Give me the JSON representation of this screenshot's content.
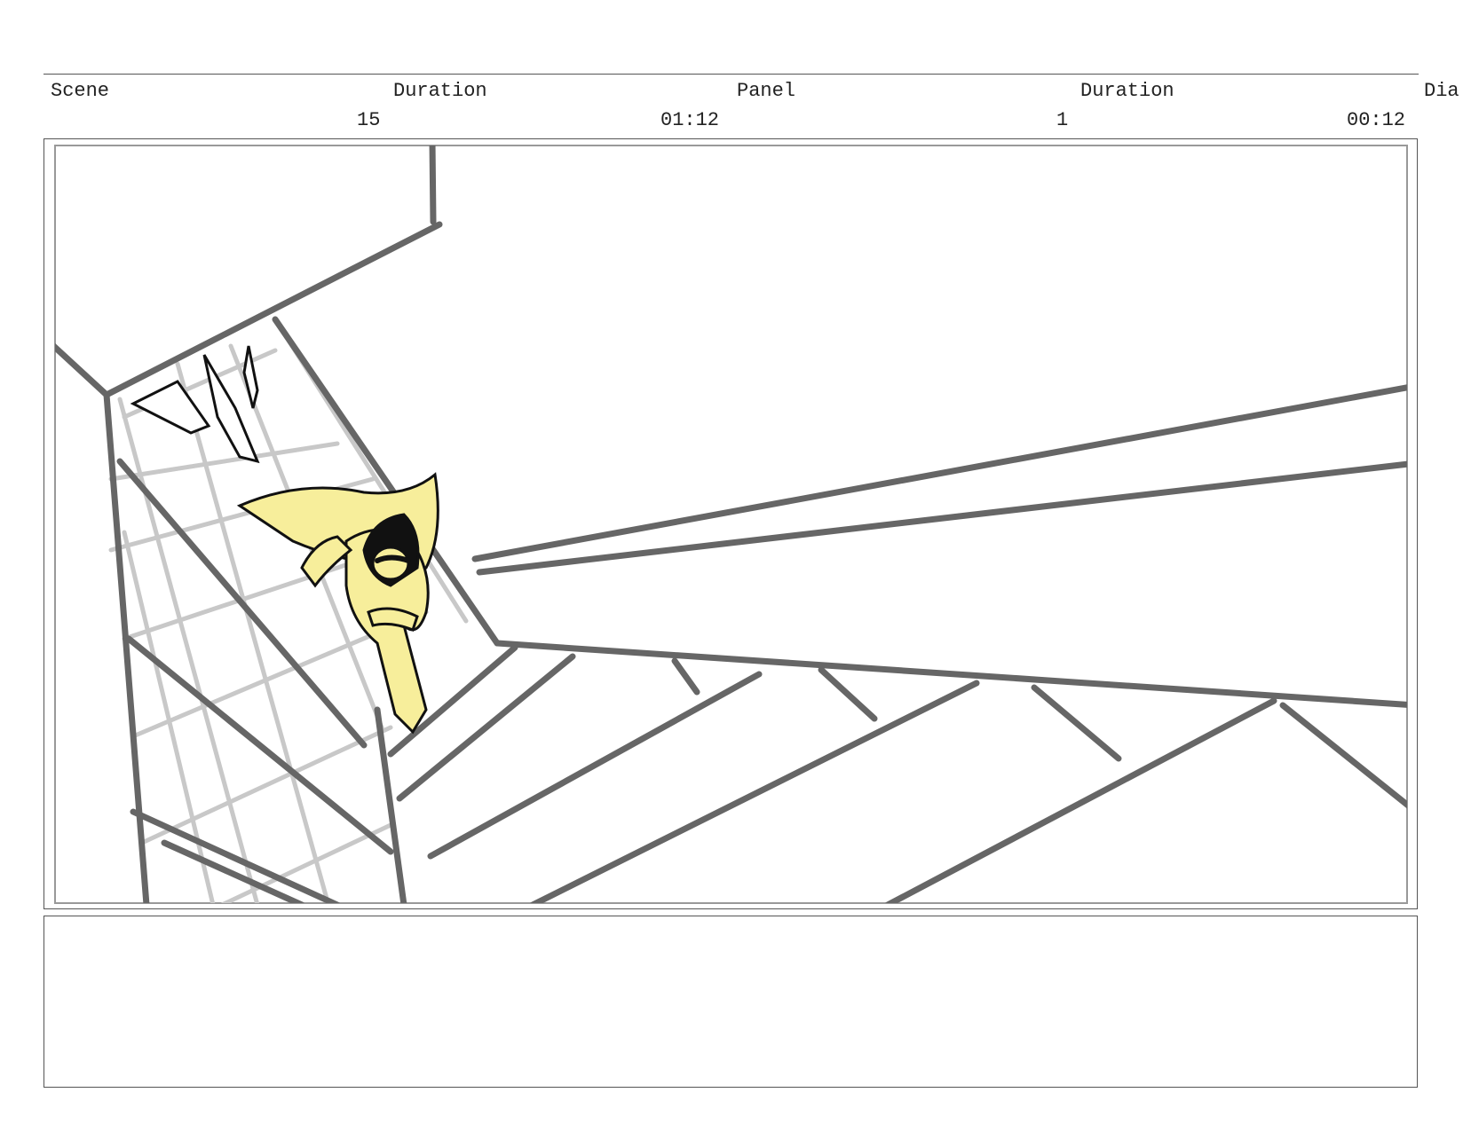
{
  "header": {
    "scene_label": "Scene",
    "scene_duration_label": "Duration",
    "panel_label": "Panel",
    "panel_duration_label": "Duration",
    "dialogue_label": "Dia"
  },
  "values": {
    "scene_number": "15",
    "scene_duration": "01:12",
    "panel_number": "1",
    "panel_duration": "00:12"
  },
  "notes": {
    "text": ""
  },
  "colors": {
    "character_fill": "#f7ee9b",
    "stroke_dark": "#666666",
    "stroke_light": "#c8c8c8",
    "ink": "#111111"
  },
  "icons": [
    "storyboard-sketch-icon"
  ]
}
